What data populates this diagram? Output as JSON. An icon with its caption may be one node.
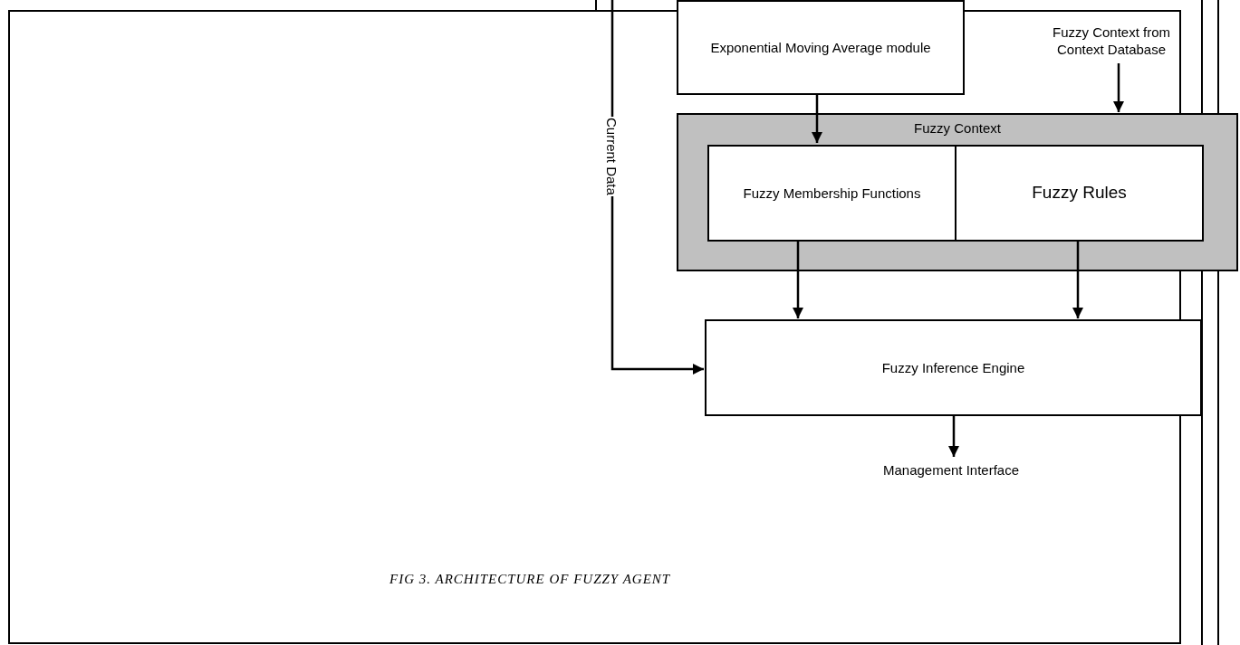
{
  "diagram": {
    "caption": "FIG 3. ARCHITECTURE OF FUZZY AGENT",
    "nodes": [
      {
        "text": [
          "Exponential Moving Average module"
        ]
      },
      {
        "text": [
          "Fuzzy Context from Context Database"
        ]
      },
      {
        "text": [
          "Fuzzy Context"
        ]
      },
      {
        "text": [
          "Fuzzy Membership Functions"
        ],
        "in": 2
      },
      {
        "text": [
          "Fuzzy Rules"
        ],
        "in": 2
      },
      {
        "text": [
          "Fuzzy Inference Engine"
        ]
      },
      {
        "text": [
          "Management Interface"
        ]
      }
    ],
    "edges": [
      {
        "from": 0,
        "to": 3,
        "arrow": "to"
      },
      {
        "from": 1,
        "to": 2,
        "arrow": "to"
      },
      {
        "from": 3,
        "to": 5,
        "arrow": "to"
      },
      {
        "from": 4,
        "to": 5,
        "arrow": "to"
      },
      {
        "from": 5,
        "to": 6,
        "arrow": "to"
      },
      {
        "from": null,
        "to": 5,
        "arrow": "to",
        "label": "Current Data"
      }
    ]
  }
}
